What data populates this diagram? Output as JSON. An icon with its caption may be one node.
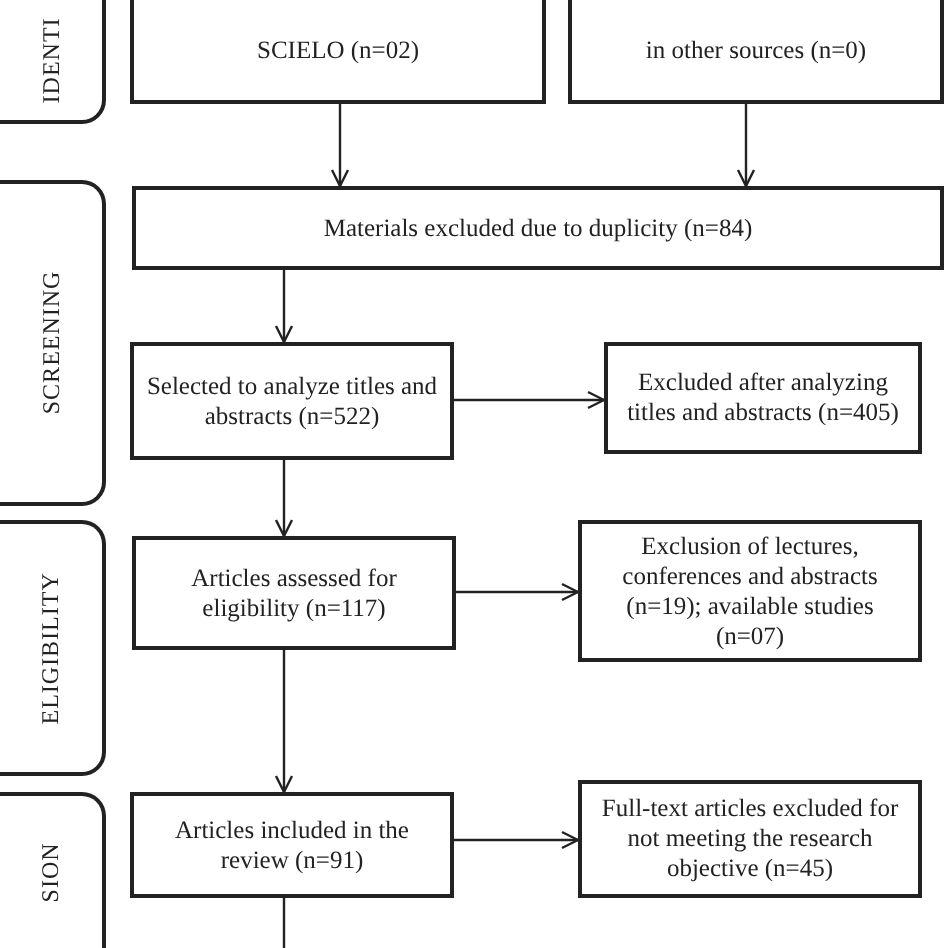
{
  "diagram": {
    "nodes": [
      {
        "text": [
          "IDENTI"
        ]
      },
      {
        "text": [
          "SCREENING"
        ]
      },
      {
        "text": [
          "ELIGIBILITY"
        ]
      },
      {
        "text": [
          "SION"
        ]
      },
      {
        "text": [
          "SCIELO (n=02)"
        ]
      },
      {
        "text": [
          "in other sources (n=0)"
        ]
      },
      {
        "text": [
          "Materials excluded due to duplicity (n=84)"
        ]
      },
      {
        "text": [
          "Selected to analyze titles and abstracts (n=522)"
        ]
      },
      {
        "text": [
          "Excluded after analyzing titles and abstracts (n=405)"
        ]
      },
      {
        "text": [
          "Articles assessed for eligibility (n=117)"
        ]
      },
      {
        "text": [
          "Exclusion of lectures, conferences and abstracts (n=19); available studies (n=07)"
        ]
      },
      {
        "text": [
          "Articles included in the review (n=91)"
        ]
      },
      {
        "text": [
          "Full-text articles excluded for not meeting the research objective (n=45)"
        ]
      }
    ],
    "edges": [
      {
        "from": 4,
        "to": 6,
        "arrow": "to"
      },
      {
        "from": 5,
        "to": 6,
        "arrow": "to"
      },
      {
        "from": 6,
        "to": 7,
        "arrow": "to"
      },
      {
        "from": 7,
        "to": 8,
        "arrow": "to"
      },
      {
        "from": 7,
        "to": 9,
        "arrow": "to"
      },
      {
        "from": 9,
        "to": 10,
        "arrow": "to"
      },
      {
        "from": 9,
        "to": 11,
        "arrow": "to"
      },
      {
        "from": 11,
        "to": 12,
        "arrow": "to"
      },
      {
        "from": 11,
        "to": null,
        "arrow": "none"
      }
    ]
  }
}
